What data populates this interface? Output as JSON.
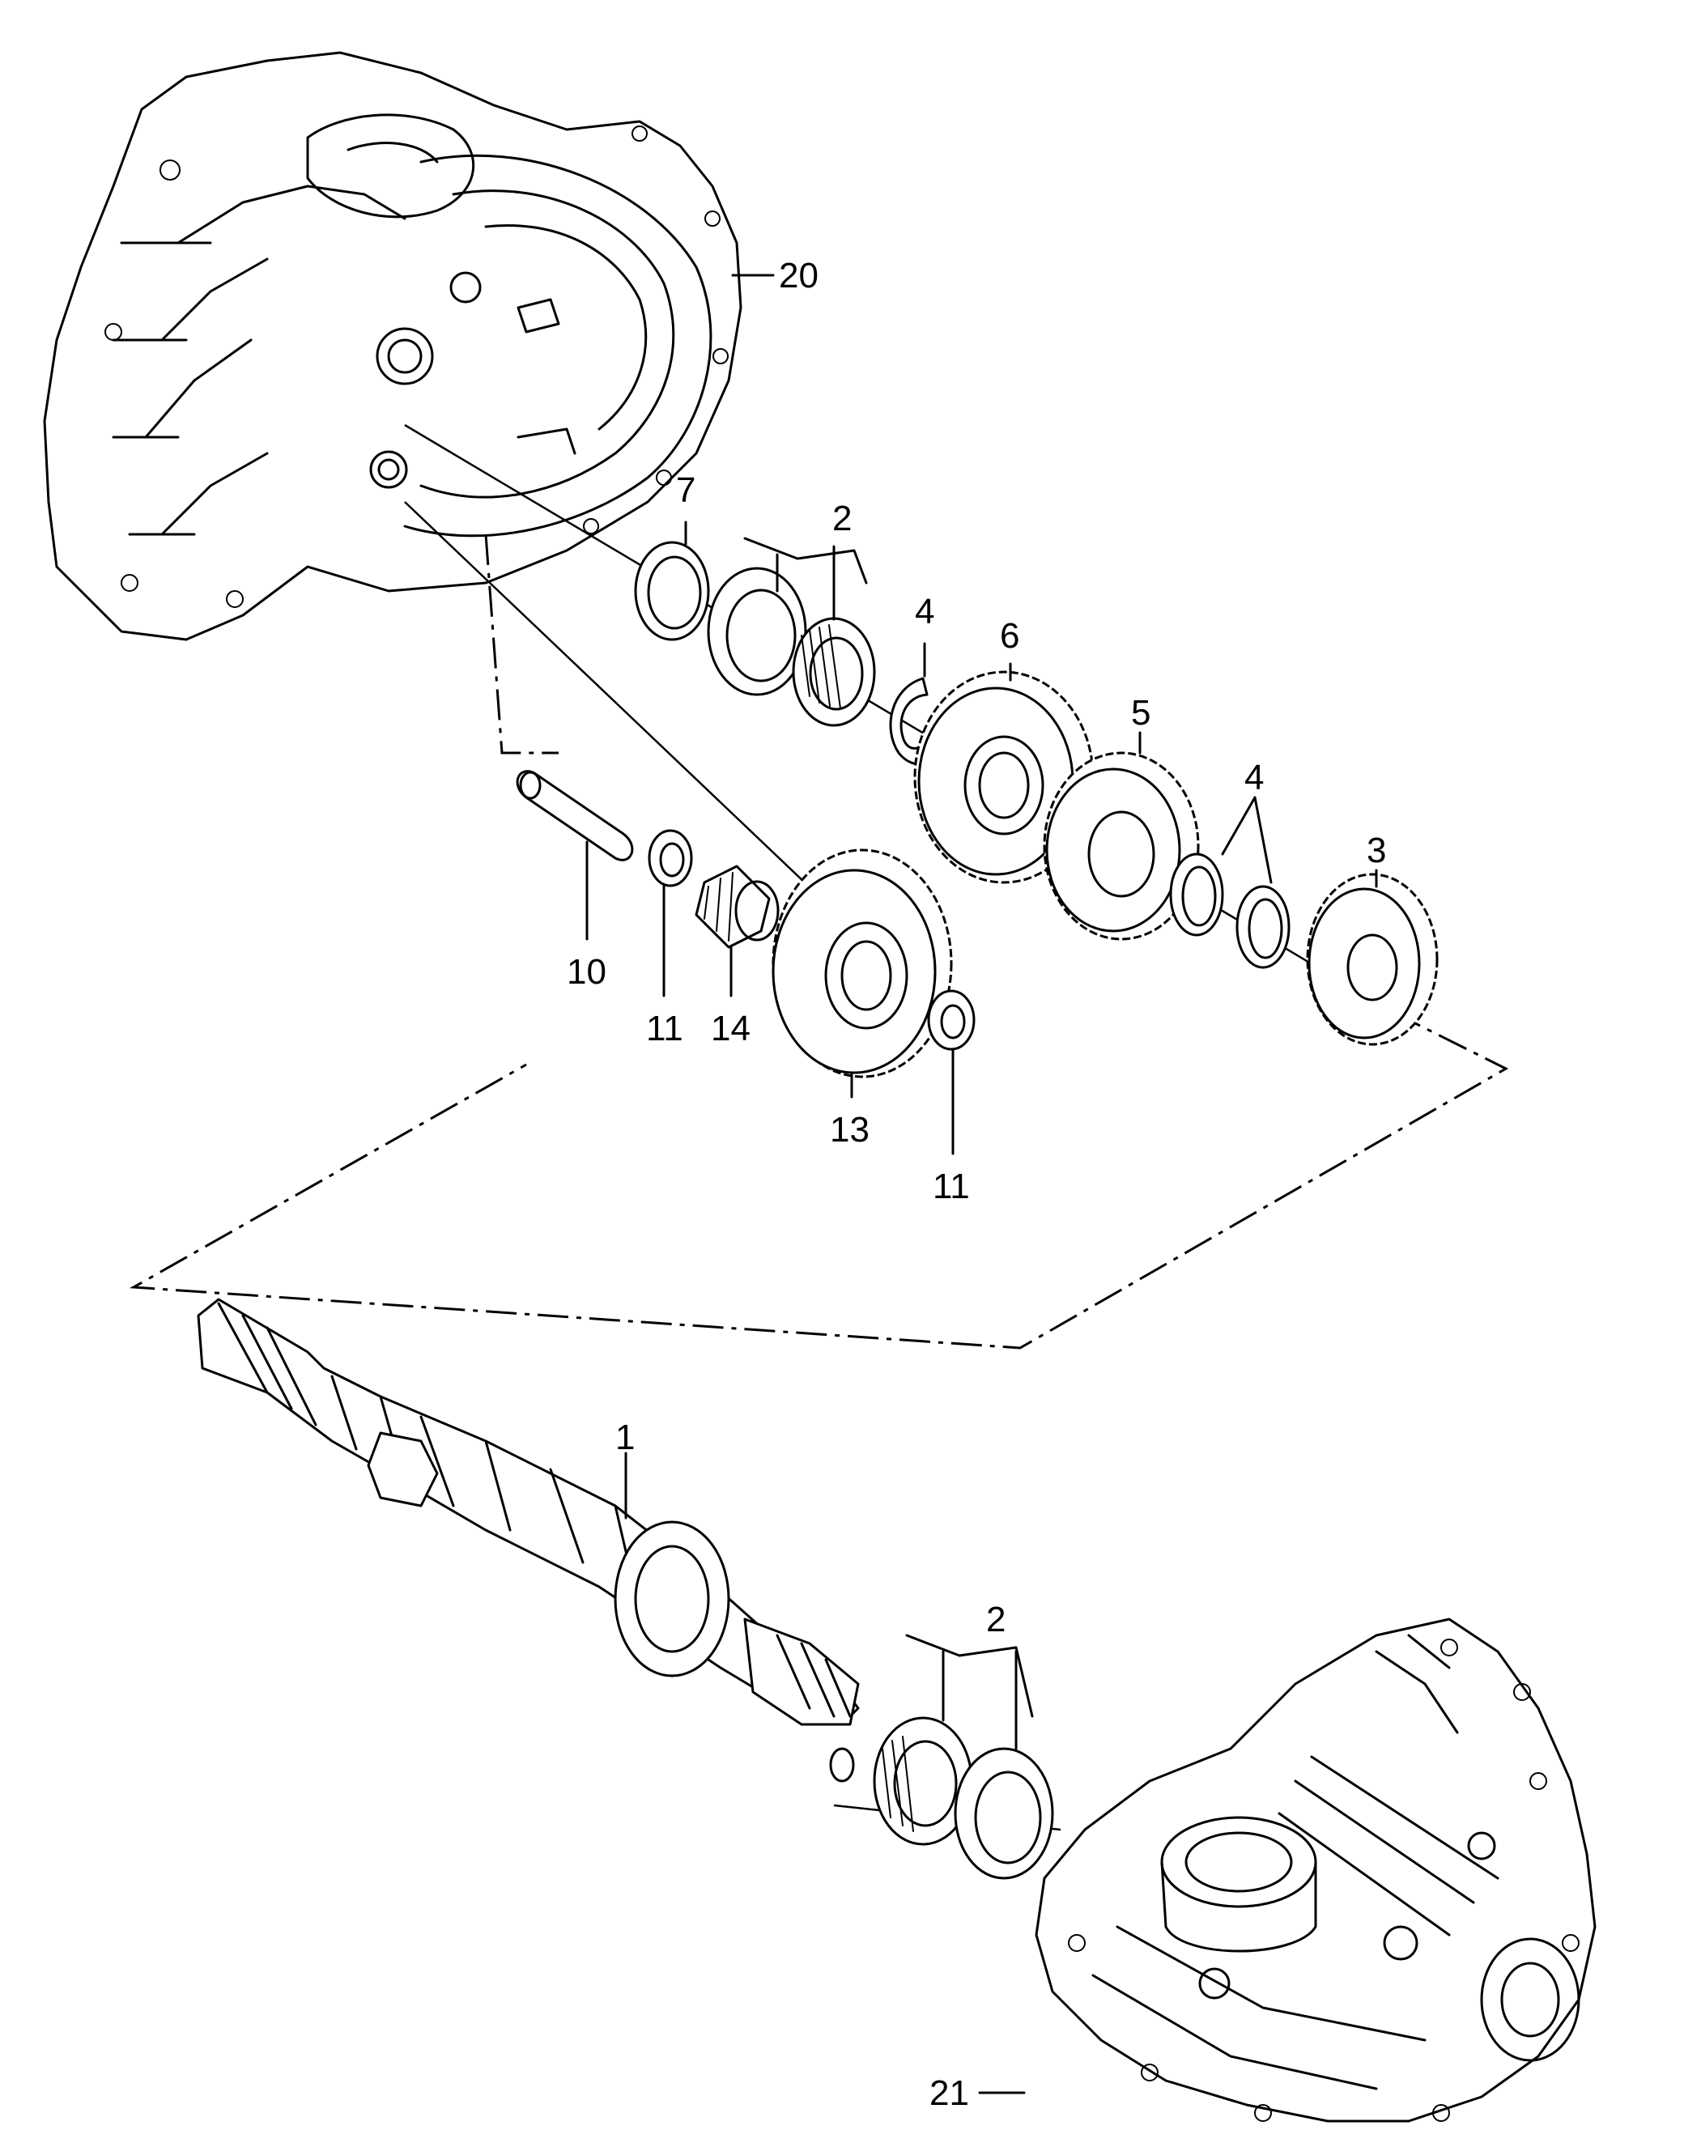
{
  "labels": {
    "n1": "1",
    "n2a": "2",
    "n2b": "2",
    "n3": "3",
    "n4a": "4",
    "n4b": "4",
    "n5": "5",
    "n6": "6",
    "n7": "7",
    "n10": "10",
    "n11a": "11",
    "n11b": "11",
    "n13": "13",
    "n14": "14",
    "n20": "20",
    "n21": "21"
  }
}
